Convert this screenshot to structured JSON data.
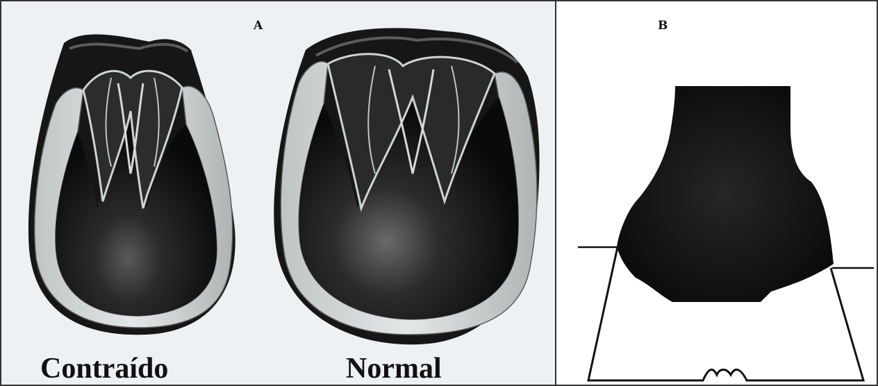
{
  "panel_a": {
    "label": "A",
    "left_caption": "Contraído",
    "right_caption": "Normal"
  },
  "panel_b": {
    "label": "B"
  },
  "colors": {
    "background_a": "#eef1f3",
    "background_b": "#ffffff",
    "frame": "#333333",
    "hoof_dark": "#0c0c0c",
    "hoof_light": "#d8dcdc",
    "silhouette": "#0e0e0e"
  }
}
